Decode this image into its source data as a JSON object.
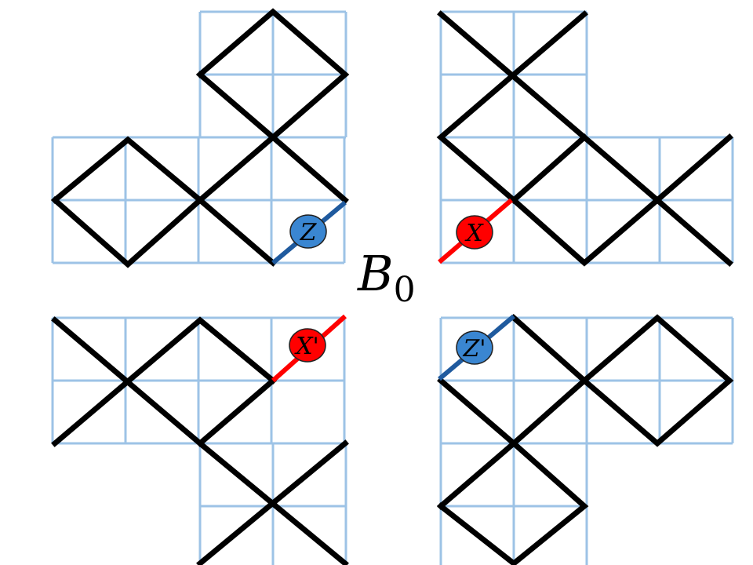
{
  "center_label": {
    "main": "B",
    "subscript": "0"
  },
  "colors": {
    "grid": "#9dc3e6",
    "edge": "#000000",
    "z_edge": "#1f5a9e",
    "z_circle": "#3a86d1",
    "x_edge": "#ff0000",
    "x_circle": "#ff0000"
  },
  "panels": [
    {
      "id": "top-left",
      "operator": "Z",
      "color": "blue"
    },
    {
      "id": "top-right",
      "operator": "X",
      "color": "red"
    },
    {
      "id": "bottom-left",
      "operator": "X'",
      "color": "red"
    },
    {
      "id": "bottom-right",
      "operator": "Z'",
      "color": "blue"
    }
  ]
}
